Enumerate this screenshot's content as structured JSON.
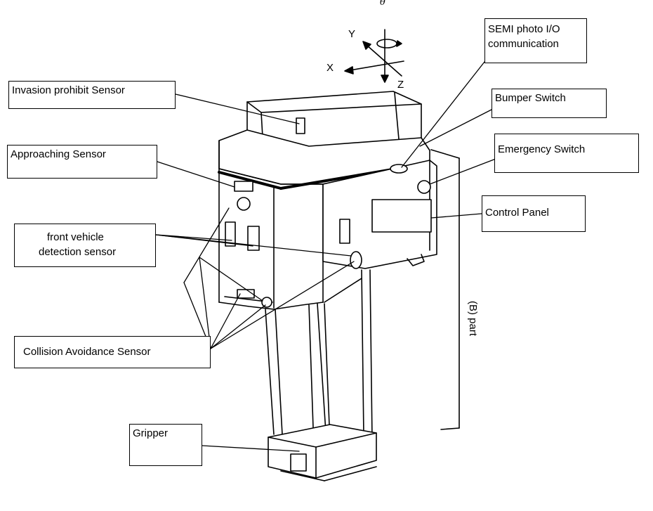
{
  "axes": {
    "theta": "θ",
    "y": "Y",
    "x": "X",
    "z": "Z"
  },
  "labels": {
    "invasion": "Invasion prohibit Sensor",
    "approaching": "Approaching Sensor",
    "front_vehicle_line1": "front  vehicle",
    "front_vehicle_line2": "detection  sensor",
    "collision": "Collision Avoidance Sensor",
    "gripper": "Gripper",
    "semi_line1": "SEMI photo I/O",
    "semi_line2": "communication",
    "bumper": "Bumper Switch",
    "emergency": "Emergency Switch",
    "control_panel": "Control Panel",
    "b_part": "(B) part"
  },
  "colors": {
    "line": "#000000",
    "background": "#ffffff"
  }
}
